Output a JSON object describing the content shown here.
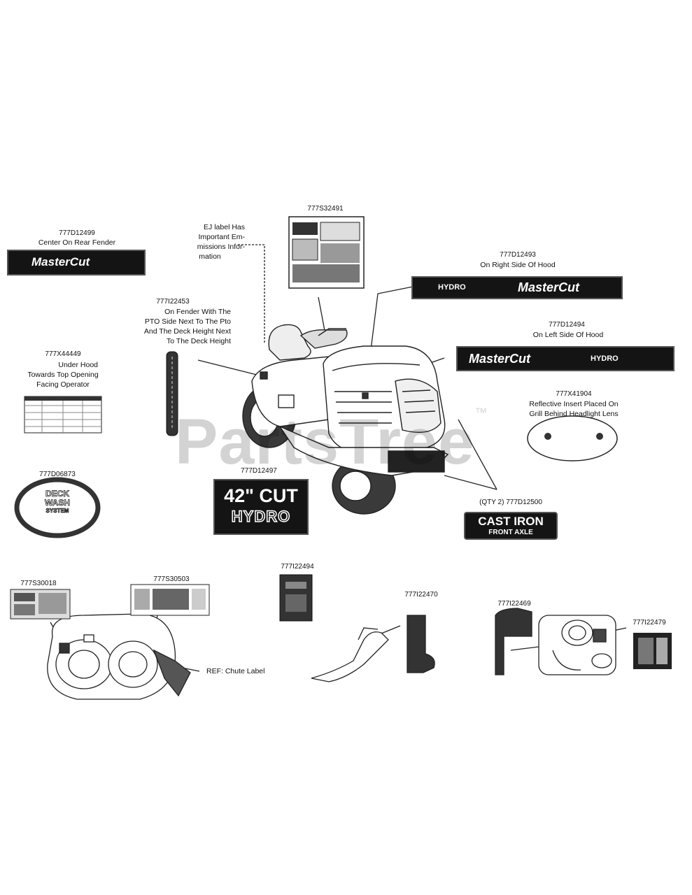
{
  "watermark": {
    "text": "PartsTree",
    "tm": "™"
  },
  "labels": {
    "l1": {
      "part": "777D12499",
      "desc": "Center On Rear Fender",
      "logo": "MasterCut"
    },
    "l2": {
      "part": "",
      "line1": "EJ label Has",
      "line2": "Important Em-",
      "line3": "missions Infor-",
      "line4": "mation"
    },
    "l3": {
      "part": "777S32491"
    },
    "l4": {
      "part": "777D12493",
      "desc": "On Right Side Of Hood",
      "logo": "MasterCut",
      "sub": "HYDRO"
    },
    "l5": {
      "part": "777I22453",
      "line1": "On Fender With The",
      "line2": "PTO Side Next To The Pto",
      "line3": "And The Deck Height Next",
      "line4": "To The Deck Height"
    },
    "l6": {
      "part": "777D12494",
      "desc": "On Left Side Of Hood",
      "logo": "MasterCut",
      "sub": "HYDRO"
    },
    "l7": {
      "part": "777X44449",
      "line1": "Under Hood",
      "line2": "Towards Top Opening",
      "line3": "Facing Operator"
    },
    "l8": {
      "part": "777X41904",
      "line1": "Reflective Insert Placed On",
      "line2": "Grill Behind Headlight Lens"
    },
    "l9": {
      "part": "777D12497",
      "line1": "42\" CUT",
      "line2": "HYDRO"
    },
    "l10": {
      "part": "777D06873",
      "logo_l1": "DECK",
      "logo_l2": "WASH",
      "logo_l3": "SYSTEM"
    },
    "l11": {
      "part": "(QTY 2) 777D12500",
      "line1": "CAST IRON",
      "line2": "FRONT AXLE"
    },
    "l12": {
      "part": "777S30018"
    },
    "l13": {
      "part": "777S30503"
    },
    "l14": {
      "part": "777I22494"
    },
    "l15": {
      "part": "777I22470"
    },
    "l16": {
      "part": "777I22469"
    },
    "l17": {
      "part": "777I22479"
    },
    "l18": {
      "desc": "REF: Chute Label"
    }
  }
}
